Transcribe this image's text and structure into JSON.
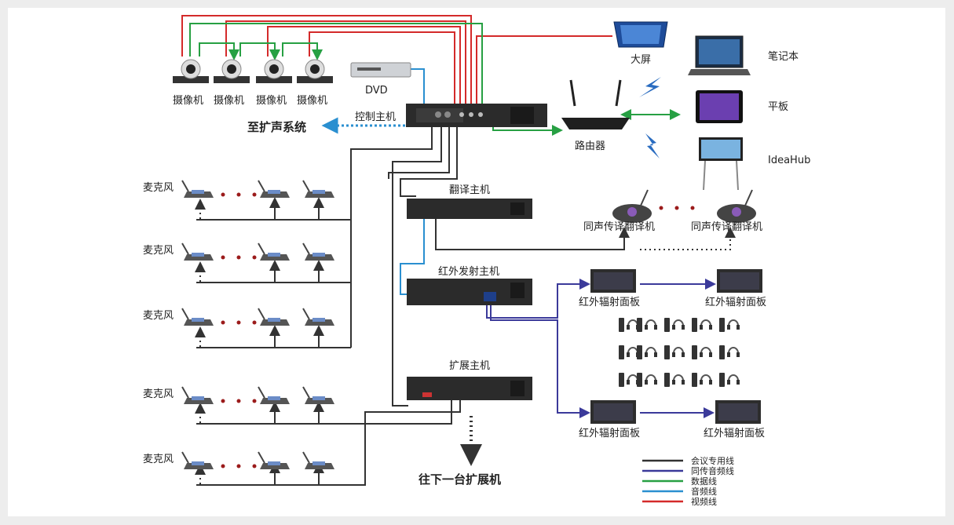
{
  "labels": {
    "camera": [
      "摄像机",
      "摄像机",
      "摄像机",
      "摄像机"
    ],
    "dvd": "DVD",
    "control_host": "控制主机",
    "pa_system": "至扩声系统",
    "big_screen": "大屏",
    "router": "路由器",
    "laptop": "笔记本",
    "tablet": "平板",
    "ideahub": "IdeaHub",
    "translation_host": "翻译主机",
    "interpreter_left": "同声传译翻译机",
    "interpreter_right": "同声传译翻译机",
    "ir_host": "红外发射主机",
    "ir_panel_top_left": "红外辐射面板",
    "ir_panel_top_right": "红外辐射面板",
    "ir_panel_bottom_left": "红外辐射面板",
    "ir_panel_bottom_right": "红外辐射面板",
    "expansion_host": "扩展主机",
    "next_expansion": "往下一台扩展机",
    "microphone": [
      "麦克风",
      "麦克风",
      "麦克风",
      "麦克风",
      "麦克风"
    ]
  },
  "legend": [
    {
      "label": "会议专用线",
      "color": "#333333"
    },
    {
      "label": "同传音频线",
      "color": "#3b3a9a"
    },
    {
      "label": "数据线",
      "color": "#27a043"
    },
    {
      "label": "音频线",
      "color": "#2a8fd0"
    },
    {
      "label": "视频线",
      "color": "#d42a2a"
    }
  ],
  "colors": {
    "meeting": "#333333",
    "interp": "#3b3a9a",
    "data": "#27a043",
    "audio": "#2a8fd0",
    "video": "#d42a2a",
    "dots": "#9b1b1b"
  }
}
